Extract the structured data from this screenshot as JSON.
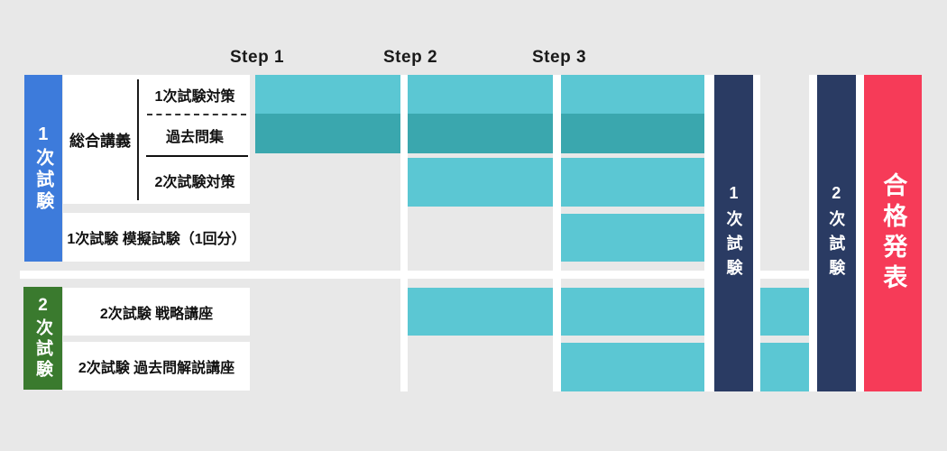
{
  "colors": {
    "page_bg": "#e8e8e8",
    "box_bg": "#ffffff",
    "first_exam_blue": "#3d7bdb",
    "second_exam_green": "#3a7a2e",
    "bar_cyan": "#5bc7d3",
    "bar_teal": "#3aa7ae",
    "milestone_navy": "#2a3b63",
    "result_red": "#f63b58",
    "text_dark": "#111111"
  },
  "step_headers": [
    "Step 1",
    "Step 2",
    "Step 3"
  ],
  "left_sections": {
    "first_exam": "1次試験",
    "second_exam": "2次試験"
  },
  "courses": {
    "sogo_kogi": "総合講義",
    "taisaku1": "1次試験対策",
    "kakomonshu": "過去問集",
    "taisaku2": "2次試験対策",
    "mogi": "1次試験 模擬試験（1回分）",
    "senryaku": "2次試験 戦略講座",
    "kakomon_kaisetsu": "2次試験 過去問解説講座"
  },
  "milestones": {
    "first_exam": "1次試験",
    "second_exam": "2次試験",
    "announcement": "合格発表"
  },
  "timeline": {
    "rows": [
      {
        "id": "taisaku1",
        "color": "cyan",
        "columns": [
          "step1",
          "step2",
          "step3"
        ]
      },
      {
        "id": "kakomonshu",
        "color": "teal",
        "columns": [
          "step1",
          "step2",
          "step3"
        ]
      },
      {
        "id": "taisaku2",
        "color": "cyan",
        "columns": [
          "step2",
          "step3"
        ]
      },
      {
        "id": "mogi",
        "color": "cyan",
        "columns": [
          "step3"
        ]
      },
      {
        "id": "senryaku",
        "color": "cyan",
        "columns": [
          "step2",
          "step3",
          "interim"
        ]
      },
      {
        "id": "kakomon_kaisetsu",
        "color": "cyan",
        "columns": [
          "step3",
          "interim"
        ]
      }
    ]
  }
}
